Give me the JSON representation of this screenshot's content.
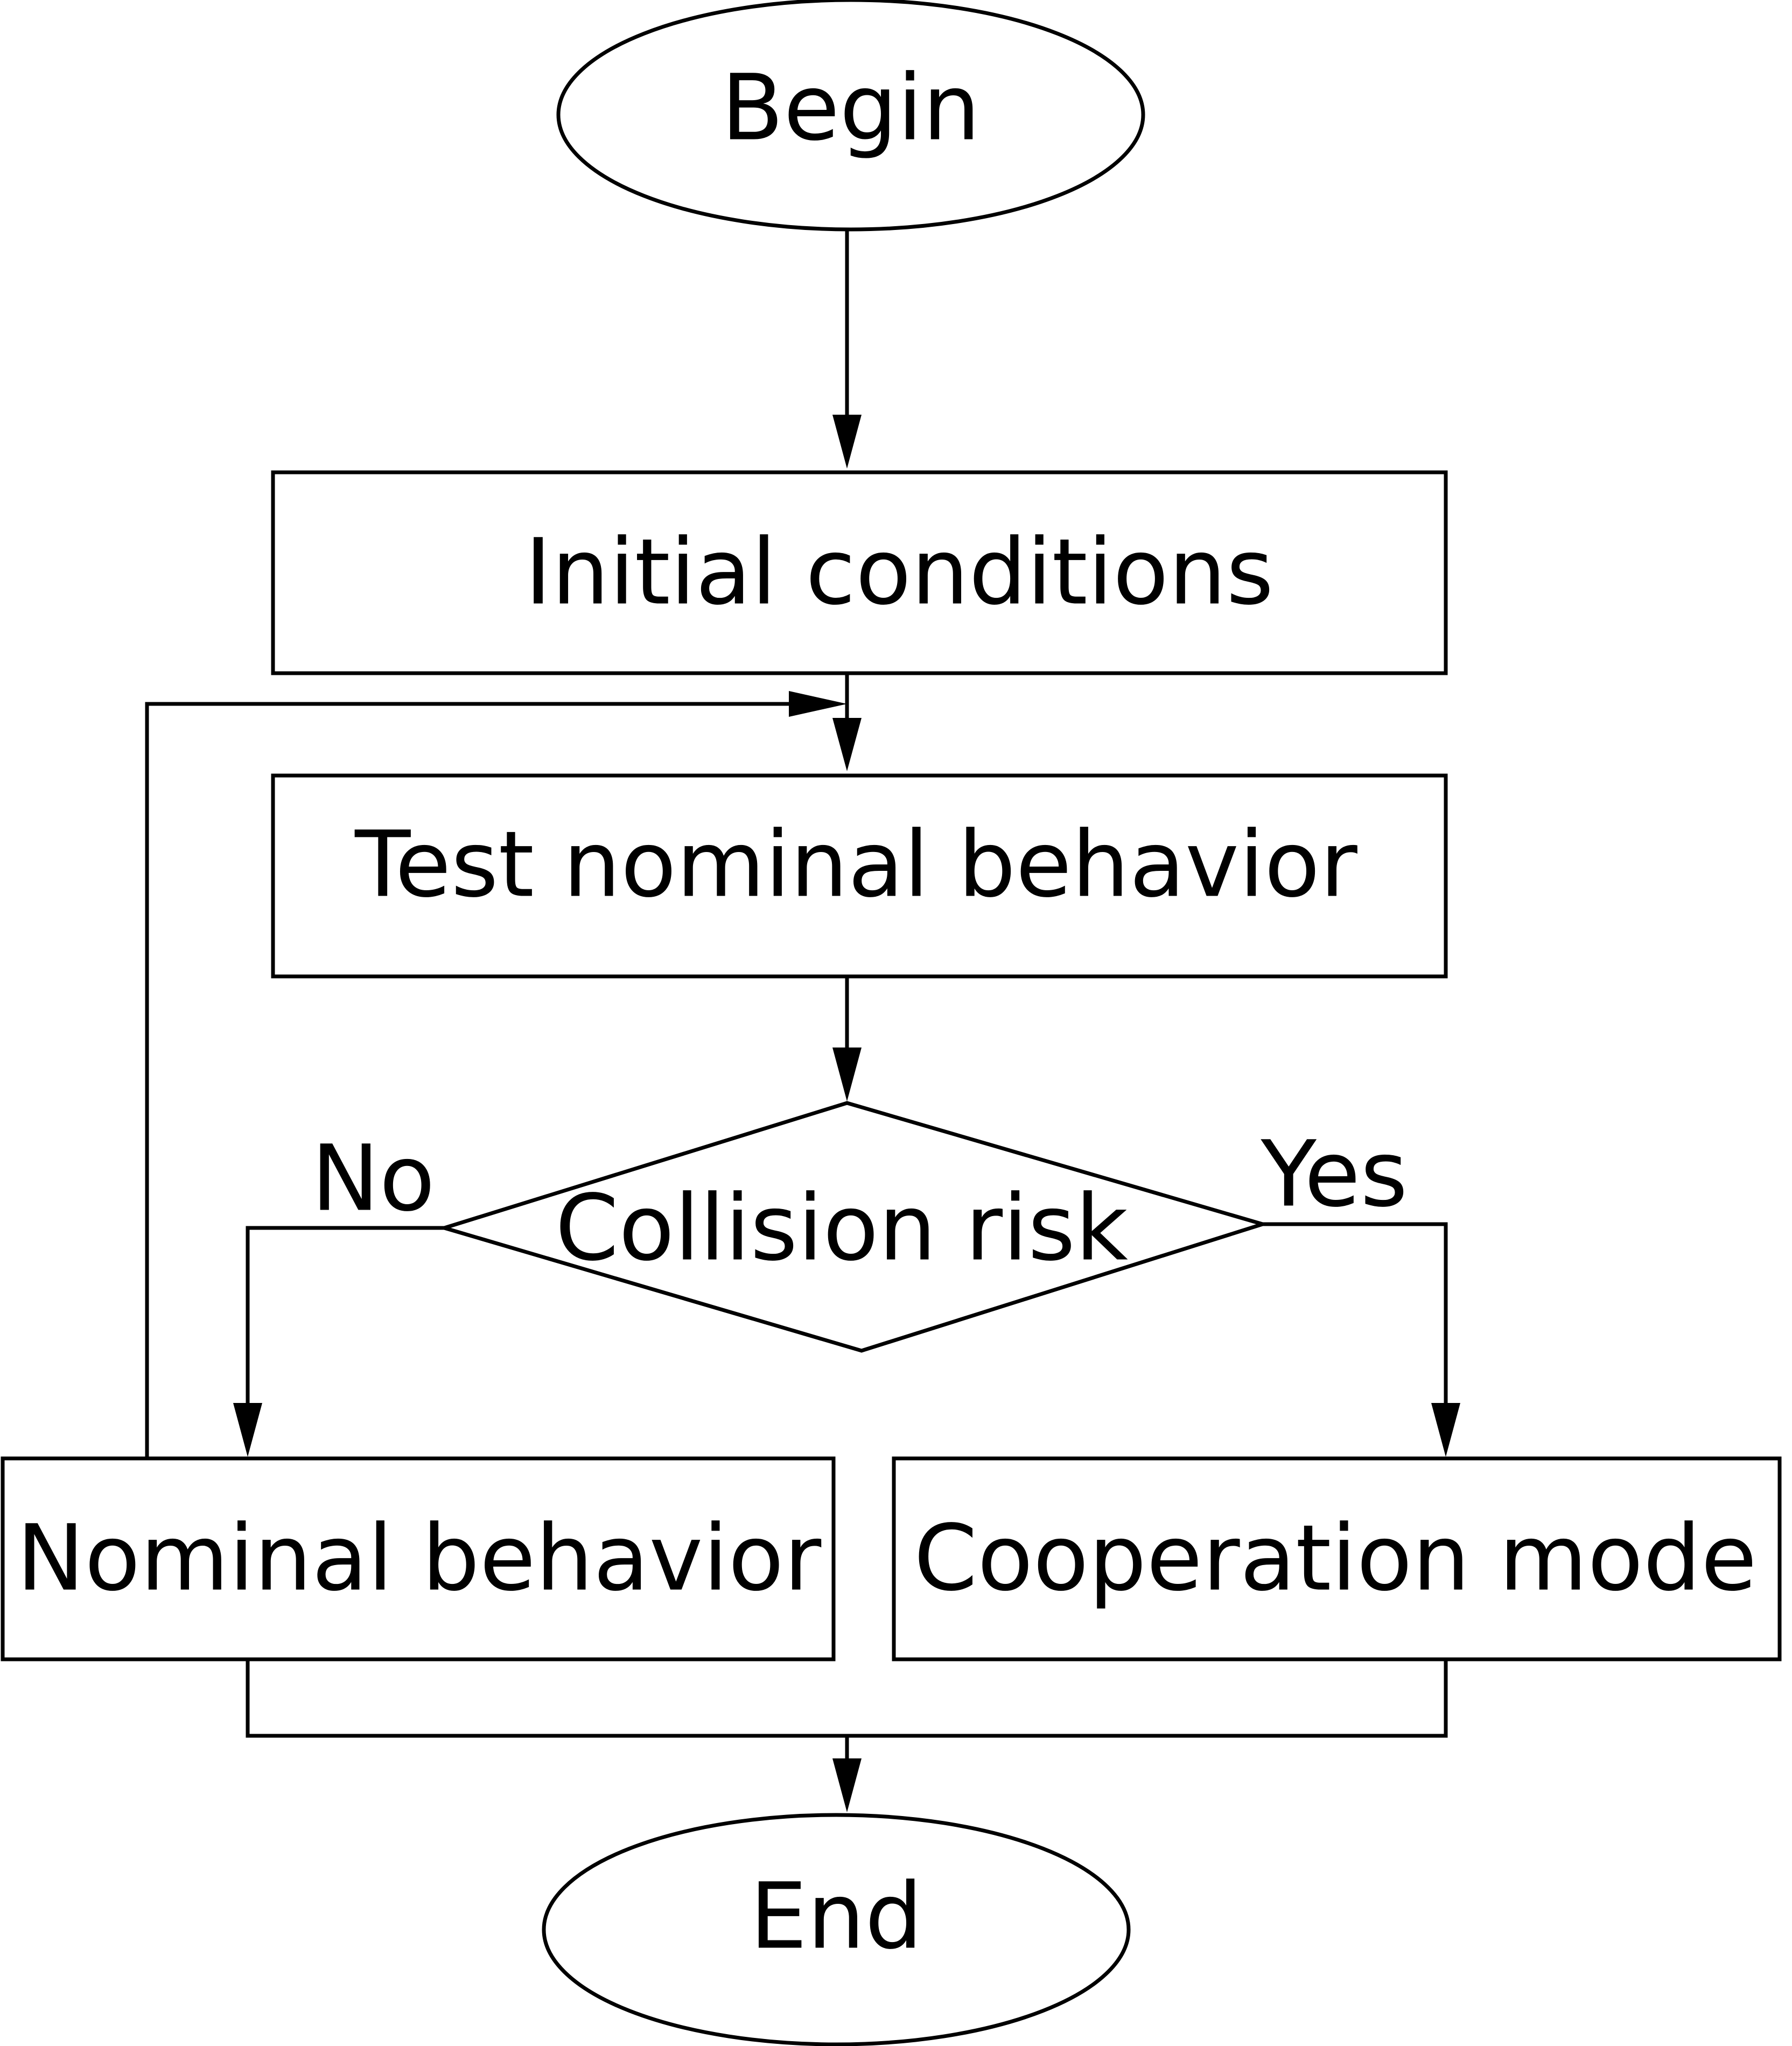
{
  "diagram": {
    "nodes": {
      "begin": "Begin",
      "initial_conditions": "Initial conditions",
      "test_nominal_behavior": "Test nominal behavior",
      "collision_risk": "Collision risk",
      "nominal_behavior": "Nominal behavior",
      "cooperation_mode": "Cooperation mode",
      "end": "End"
    },
    "edge_labels": {
      "no": "No",
      "yes": "Yes"
    }
  }
}
